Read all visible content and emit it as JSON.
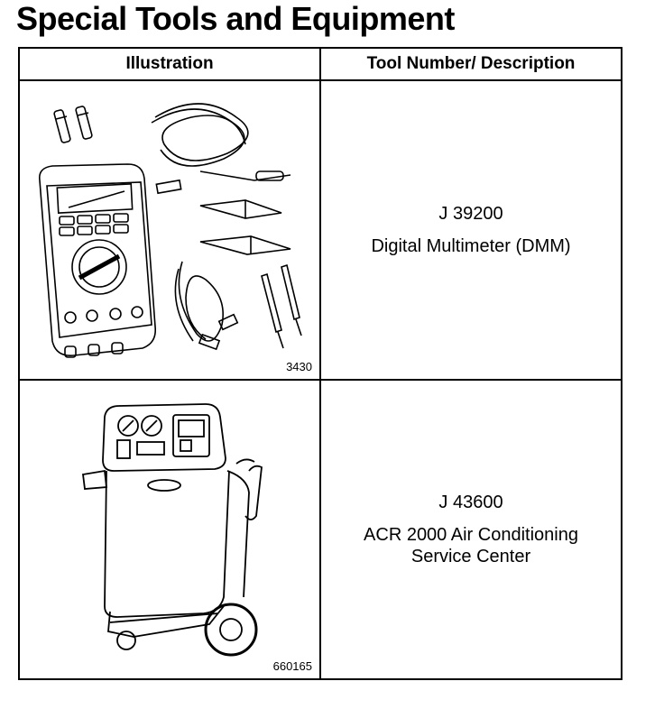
{
  "title": "Special Tools and Equipment",
  "table": {
    "headers": [
      "Illustration",
      "Tool Number/ Description"
    ],
    "rows": [
      {
        "figure_id": "3430",
        "tool_number": "J 39200",
        "description": "Digital Multimeter (DMM)"
      },
      {
        "figure_id": "660165",
        "tool_number": "J 43600",
        "description": "ACR 2000 Air Conditioning\nService Center"
      }
    ]
  }
}
